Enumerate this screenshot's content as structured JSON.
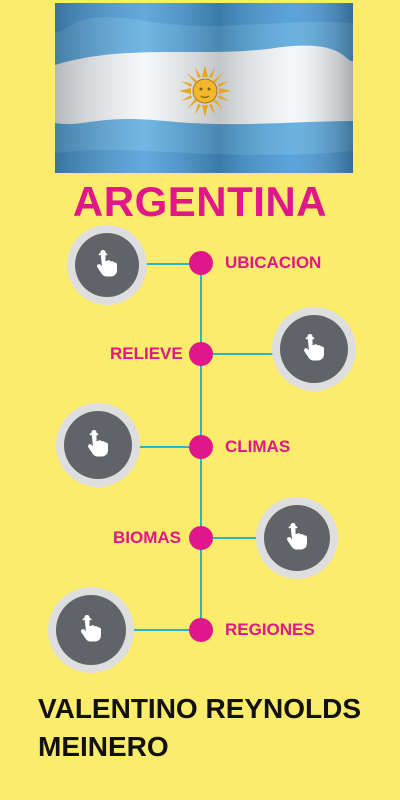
{
  "flag": {
    "icon": "argentina-flag",
    "colors": {
      "blue": "#6cb4e8",
      "white": "#f4f6f8",
      "sun": "#e6a91c"
    }
  },
  "title": "ARGENTINA",
  "colors": {
    "background": "#fbec6b",
    "accent": "#e0178a",
    "line": "#2bb5c4",
    "button": "#606469"
  },
  "items": [
    {
      "label": "UBICACION",
      "icon": "hand-pointer-icon"
    },
    {
      "label": "RELIEVE",
      "icon": "hand-pointer-icon"
    },
    {
      "label": "CLIMAS",
      "icon": "hand-pointer-icon"
    },
    {
      "label": "BIOMAS",
      "icon": "hand-pointer-icon"
    },
    {
      "label": "REGIONES",
      "icon": "hand-pointer-icon"
    }
  ],
  "author": {
    "line1": "VALENTINO REYNOLDS",
    "line2": "MEINERO"
  }
}
